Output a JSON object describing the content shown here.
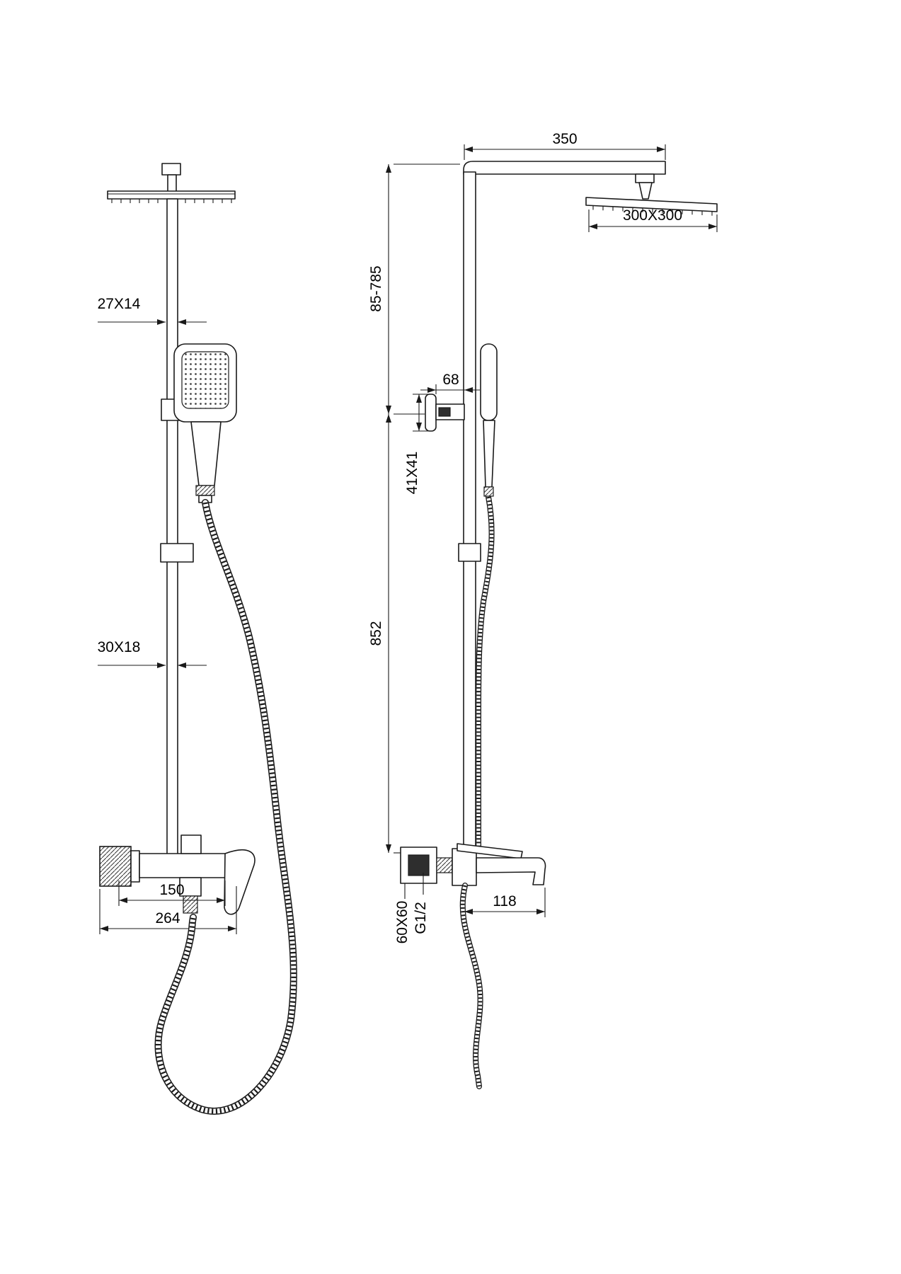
{
  "front_view": {
    "dims": {
      "column_profile": "27X14",
      "lower_profile": "30X18",
      "outlet_span": "150",
      "body_width": "264"
    }
  },
  "side_view": {
    "dims": {
      "arm_length": "350",
      "head_size": "300X300",
      "height_range": "85-785",
      "bracket_depth": "68",
      "bracket_profile": "41X41",
      "column_height": "852",
      "wall_plate": "60X60",
      "thread": "G1/2",
      "spout_length": "118"
    }
  },
  "colors": {
    "line": "#1a1a1a",
    "background": "#ffffff"
  }
}
